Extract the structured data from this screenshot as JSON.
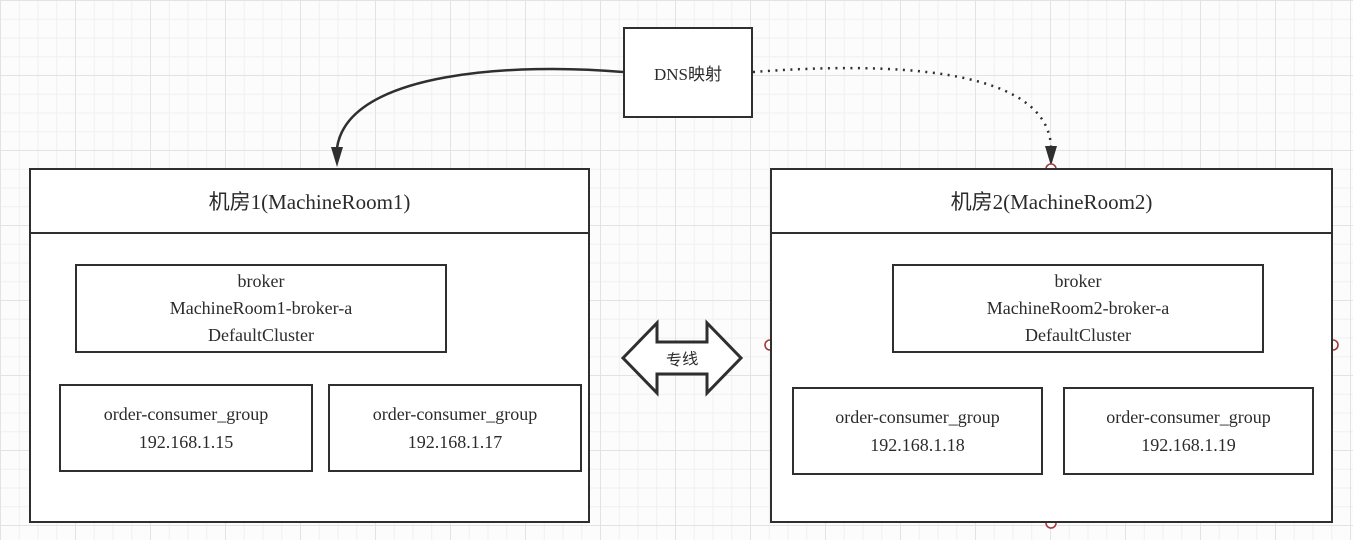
{
  "diagram": {
    "dns": {
      "label": "DNS映射"
    },
    "link_arrow": {
      "label": "专线"
    },
    "rooms": [
      {
        "title": "机房1(MachineRoom1)",
        "broker": {
          "lines": [
            "broker",
            "MachineRoom1-broker-a",
            "DefaultCluster"
          ]
        },
        "consumers": [
          {
            "name": "order-consumer_group",
            "ip": "192.168.1.15"
          },
          {
            "name": "order-consumer_group",
            "ip": "192.168.1.17"
          }
        ]
      },
      {
        "title": "机房2(MachineRoom2)",
        "broker": {
          "lines": [
            "broker",
            "MachineRoom2-broker-a",
            "DefaultCluster"
          ]
        },
        "consumers": [
          {
            "name": "order-consumer_group",
            "ip": "192.168.1.18"
          },
          {
            "name": "order-consumer_group",
            "ip": "192.168.1.19"
          }
        ]
      }
    ],
    "connectors": [
      {
        "name": "dns-to-room1",
        "style": "solid"
      },
      {
        "name": "dns-to-room2",
        "style": "dotted"
      }
    ],
    "colors": {
      "line": "#2f2f2f",
      "text": "#2b2b2b",
      "shape_fill": "#ffffff",
      "handle_stroke": "#a23b3b",
      "handle_fill": "#ffffff",
      "grid_minor": "#f0f0f0",
      "grid_major": "#e3e3e3",
      "background": "#fcfcfc"
    }
  }
}
